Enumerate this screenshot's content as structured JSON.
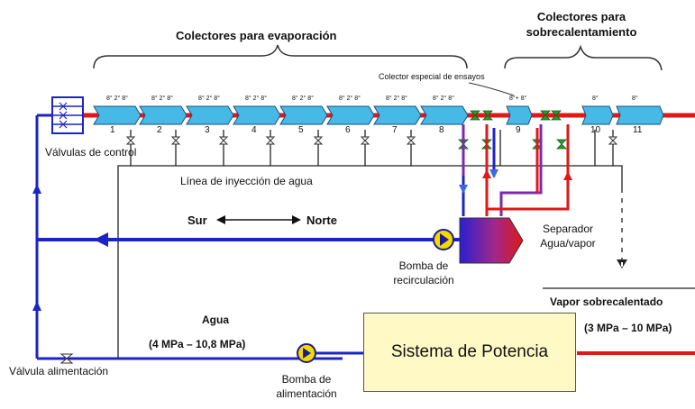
{
  "header": {
    "evaporation_label": "Colectores para evaporación",
    "superheat_label_1": "Colectores para",
    "superheat_label_2": "sobrecalentamiento",
    "special_collector_label": "Colector especial de ensayos"
  },
  "collectors": [
    {
      "number": "1",
      "tag": "8° 2° 8°"
    },
    {
      "number": "2",
      "tag": "8° 2° 8°"
    },
    {
      "number": "3",
      "tag": "8° 2° 8°"
    },
    {
      "number": "4",
      "tag": "8° 2° 8°"
    },
    {
      "number": "5",
      "tag": "8° 2° 8°"
    },
    {
      "number": "6",
      "tag": "8° 2° 8°"
    },
    {
      "number": "7",
      "tag": "8° 2° 8°"
    },
    {
      "number": "8",
      "tag": "8° 2° 8°"
    },
    {
      "number": "9",
      "tag": "8°+ 8°"
    },
    {
      "number": "10",
      "tag": "8°"
    },
    {
      "number": "11",
      "tag": "8°"
    }
  ],
  "labels": {
    "control_valves": "Válvulas de control",
    "water_injection": "Línea de inyección de agua",
    "south": "Sur",
    "north": "Norte",
    "separator_1": "Separador",
    "separator_2": "Agua/vapor",
    "recirc_pump_1": "Bomba de",
    "recirc_pump_2": "recirculación",
    "water": "Agua",
    "water_pressure": "(4 MPa – 10,8 MPa)",
    "superheated_steam": "Vapor sobrecalentado",
    "steam_pressure": "(3 MPa – 10 MPa)",
    "feed_valve": "Válvula alimentación",
    "feed_pump_1": "Bomba de",
    "feed_pump_2": "alimentación",
    "power_system": "Sistema de Potencia"
  },
  "colors": {
    "water_line": "#1c24c8",
    "steam_line": "#e01818",
    "collector_fill": "#47b9e6",
    "valve_green": "#22a02a",
    "pump_yellow": "#f4d800",
    "power_box": "#fff9c6"
  }
}
